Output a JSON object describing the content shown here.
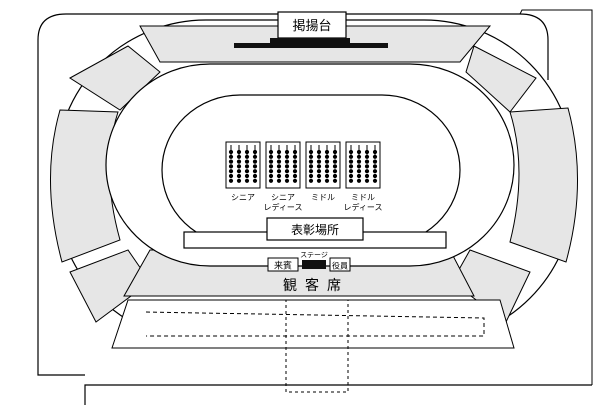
{
  "labels": {
    "flag_stand": "掲揚台",
    "award_area": "表彰場所",
    "stage": "ステージ",
    "guest": "来賓",
    "officials": "役員",
    "spectator_seats": "観客席"
  },
  "groups": [
    {
      "id": "senior",
      "lines": [
        "シニア"
      ],
      "dot_rows": 7
    },
    {
      "id": "senior-ladies",
      "lines": [
        "シニア",
        "レディース"
      ],
      "dot_rows": 7
    },
    {
      "id": "middle",
      "lines": [
        "ミドル"
      ],
      "dot_rows": 7
    },
    {
      "id": "middle-ladies",
      "lines": [
        "ミドル",
        "レディース"
      ],
      "dot_rows": 7
    }
  ],
  "colors": {
    "line": "#000000",
    "stand_fill": "#e6e6e6",
    "track_fill": "#ffffff",
    "stage_fill": "#111111"
  }
}
